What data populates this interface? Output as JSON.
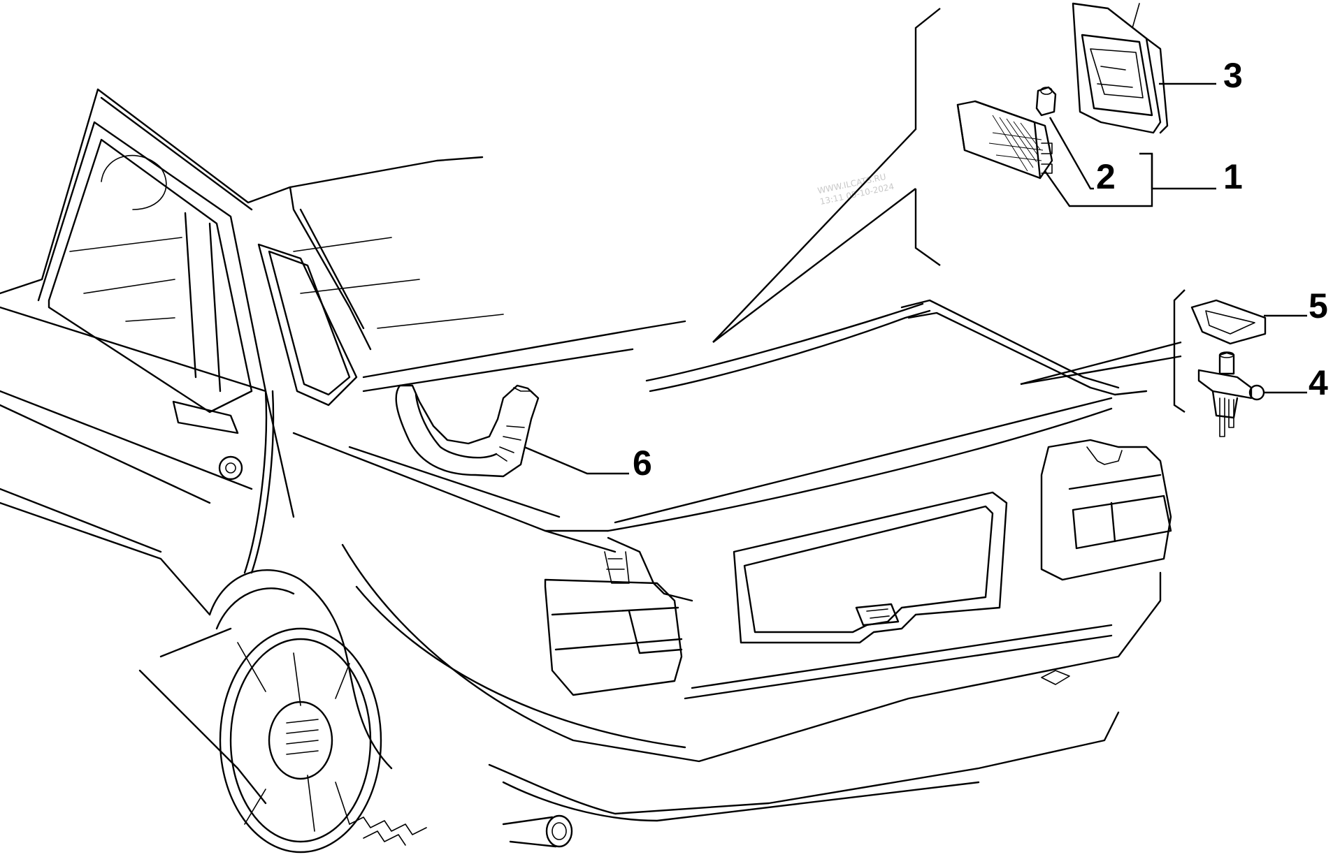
{
  "callouts": {
    "c1": "1",
    "c2": "2",
    "c3": "3",
    "c4": "4",
    "c5": "5",
    "c6": "6"
  },
  "watermark": {
    "line1": "WWW.ILCATS.RU",
    "line2": "13:11 05-10-2024"
  }
}
